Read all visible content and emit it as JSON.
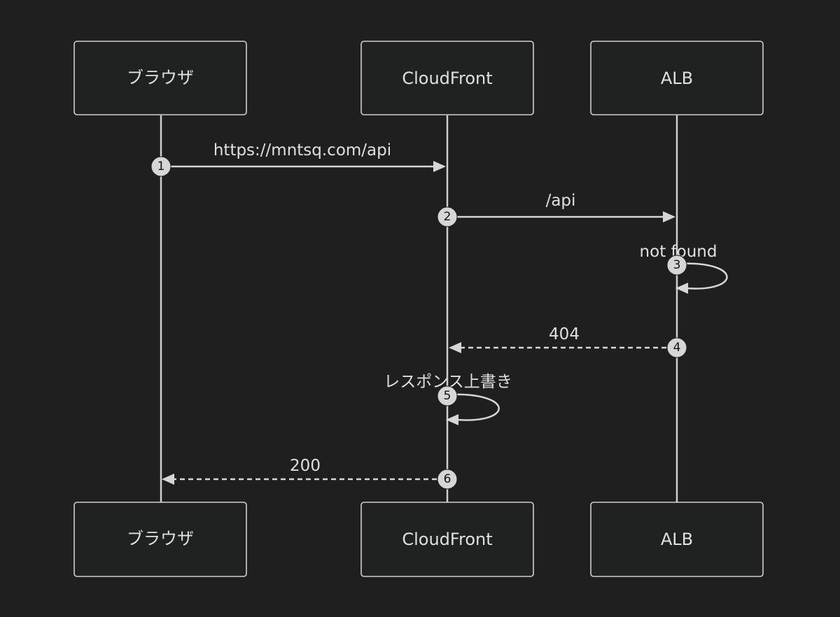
{
  "diagram": {
    "type": "sequence",
    "participants": [
      {
        "id": "browser",
        "label": "ブラウザ"
      },
      {
        "id": "cloudfront",
        "label": "CloudFront"
      },
      {
        "id": "alb",
        "label": "ALB"
      }
    ],
    "messages": [
      {
        "seq": "1",
        "from": "browser",
        "to": "cloudfront",
        "label": "https://mntsq.com/api",
        "style": "solid"
      },
      {
        "seq": "2",
        "from": "cloudfront",
        "to": "alb",
        "label": "/api",
        "style": "solid"
      },
      {
        "seq": "3",
        "from": "alb",
        "to": "alb",
        "label": "not found",
        "style": "solid"
      },
      {
        "seq": "4",
        "from": "alb",
        "to": "cloudfront",
        "label": "404",
        "style": "dashed"
      },
      {
        "seq": "5",
        "from": "cloudfront",
        "to": "cloudfront",
        "label": "レスポンス上書き",
        "style": "solid"
      },
      {
        "seq": "6",
        "from": "cloudfront",
        "to": "browser",
        "label": "200",
        "style": "dashed"
      }
    ],
    "colors": {
      "background": "#1f1f1f",
      "box_fill": "#202221",
      "stroke": "#cfcfcf",
      "text": "#e0e0e0"
    }
  }
}
